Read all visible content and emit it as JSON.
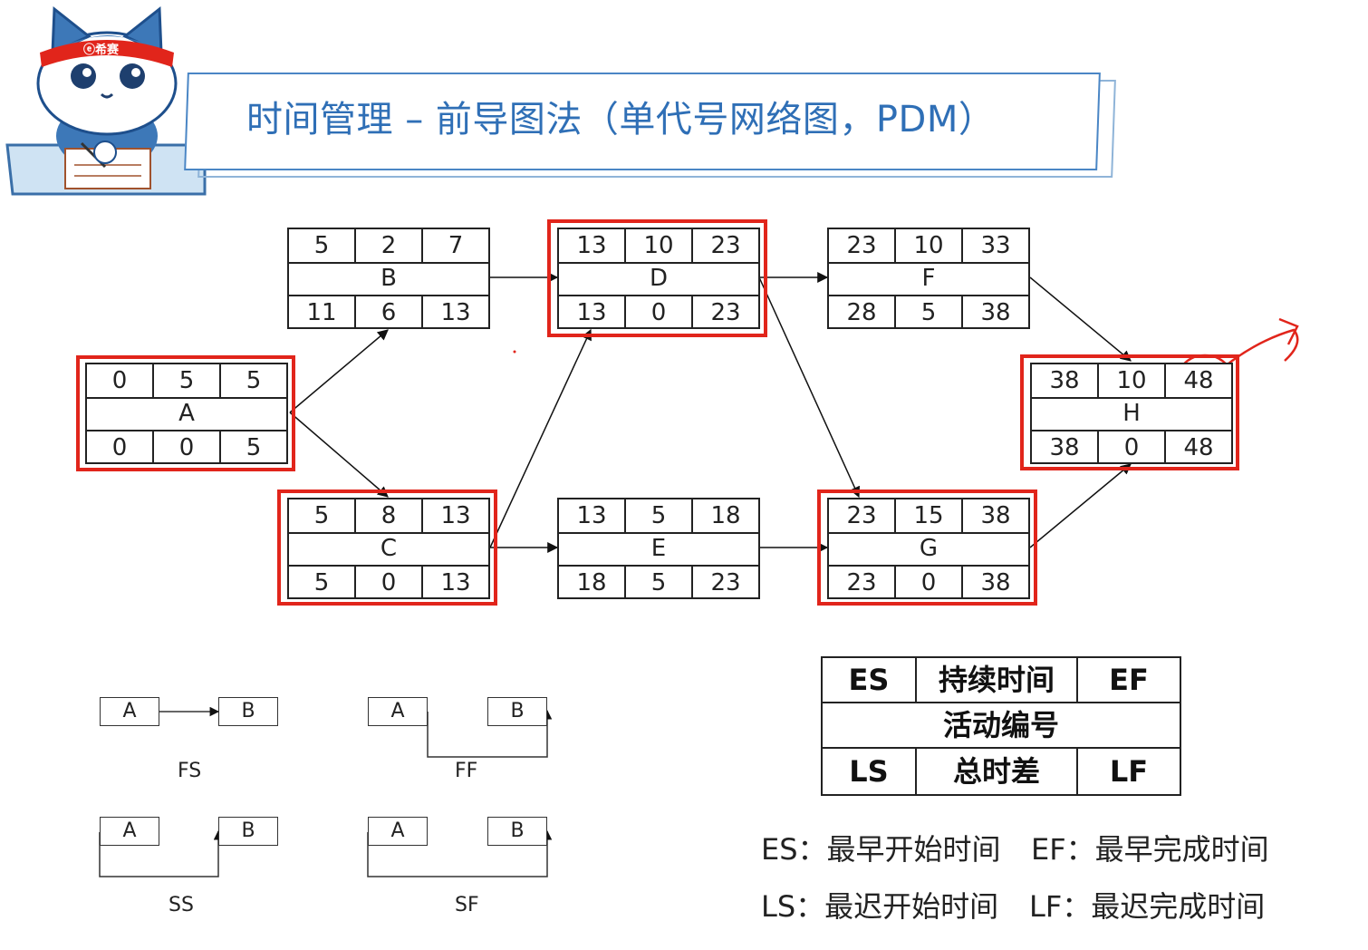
{
  "title": "时间管理 – 前导图法（单代号网络图，PDM）",
  "mascot": {
    "headband_text": "ⓔ希赛"
  },
  "nodes": {
    "A": {
      "name": "A",
      "es": "0",
      "dur": "5",
      "ef": "5",
      "ls": "0",
      "tf": "0",
      "lf": "5"
    },
    "B": {
      "name": "B",
      "es": "5",
      "dur": "2",
      "ef": "7",
      "ls": "11",
      "tf": "6",
      "lf": "13"
    },
    "C": {
      "name": "C",
      "es": "5",
      "dur": "8",
      "ef": "13",
      "ls": "5",
      "tf": "0",
      "lf": "13"
    },
    "D": {
      "name": "D",
      "es": "13",
      "dur": "10",
      "ef": "23",
      "ls": "13",
      "tf": "0",
      "lf": "23"
    },
    "E": {
      "name": "E",
      "es": "13",
      "dur": "5",
      "ef": "18",
      "ls": "18",
      "tf": "5",
      "lf": "23"
    },
    "F": {
      "name": "F",
      "es": "23",
      "dur": "10",
      "ef": "33",
      "ls": "28",
      "tf": "5",
      "lf": "38"
    },
    "G": {
      "name": "G",
      "es": "23",
      "dur": "15",
      "ef": "38",
      "ls": "23",
      "tf": "0",
      "lf": "38"
    },
    "H": {
      "name": "H",
      "es": "38",
      "dur": "10",
      "ef": "48",
      "ls": "38",
      "tf": "0",
      "lf": "48"
    }
  },
  "critical_path": [
    "A",
    "C",
    "D",
    "G",
    "H"
  ],
  "dependencies": {
    "fs": {
      "a": "A",
      "b": "B",
      "label": "FS"
    },
    "ff": {
      "a": "A",
      "b": "B",
      "label": "FF"
    },
    "ss": {
      "a": "A",
      "b": "B",
      "label": "SS"
    },
    "sf": {
      "a": "A",
      "b": "B",
      "label": "SF"
    }
  },
  "legend": {
    "es": "ES",
    "duration": "持续时间",
    "ef": "EF",
    "activity": "活动编号",
    "ls": "LS",
    "total_float": "总时差",
    "lf": "LF"
  },
  "explanations": {
    "es": "ES：最早开始时间",
    "ef": "EF：最早完成时间",
    "ls": "LS：最迟开始时间",
    "lf": "LF：最迟完成时间"
  },
  "colors": {
    "title": "#2f6fb6",
    "highlight": "#e1251b",
    "banner_border": "#4a86c5"
  }
}
